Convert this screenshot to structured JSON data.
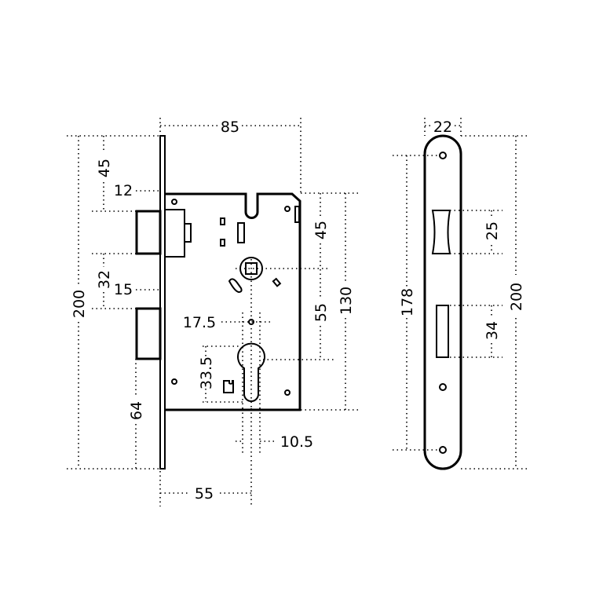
{
  "side_view": {
    "dims": {
      "width_total": "85",
      "top_to_latch": "45",
      "latch_projection": "12",
      "latch_to_bolt": "32",
      "bolt_projection": "15",
      "faceplate_height": "200",
      "bottom_to_bolt": "64",
      "backset": "55",
      "cylinder_width": "10.5",
      "hole_spacing": "17.5",
      "cylinder_height": "33.5",
      "top_to_spindle": "45",
      "spindle_to_cylinder": "55",
      "case_height": "130"
    }
  },
  "front_view": {
    "dims": {
      "faceplate_width": "22",
      "latch_opening": "25",
      "hole_spacing": "178",
      "bolt_opening": "34",
      "faceplate_height": "200"
    }
  }
}
